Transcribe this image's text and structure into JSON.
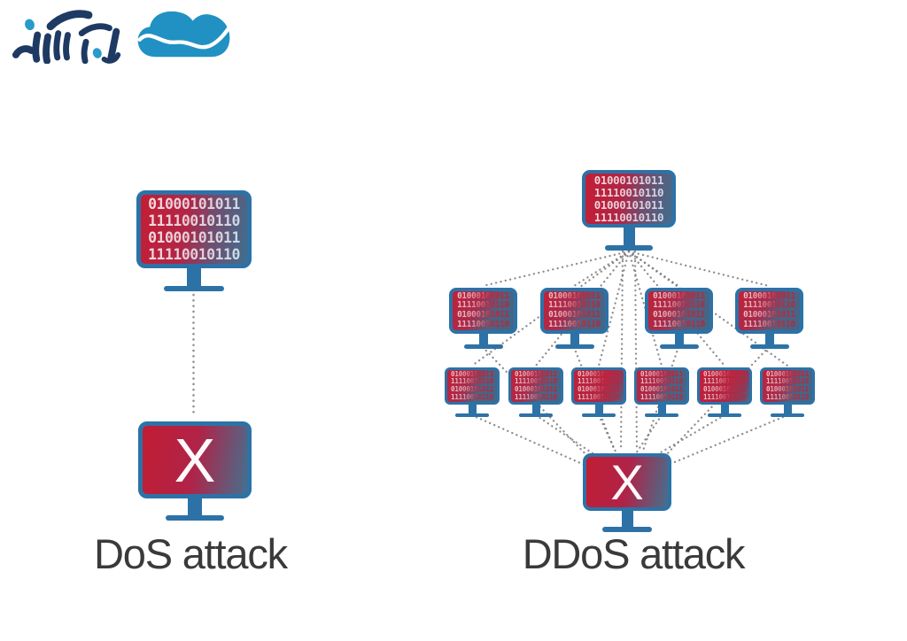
{
  "logo": {
    "brand_name": "ابرآراز",
    "calligraphy_color": "#1e3a63",
    "accent_color": "#2a9ac9",
    "cloud_color": "#2191c3"
  },
  "shared": {
    "binary_lines": [
      "01000101011",
      "11110010110",
      "01000101011",
      "11110010110"
    ],
    "victim_mark": "X"
  },
  "dos": {
    "label": "DoS attack",
    "attacker_count": 1,
    "victim_count": 1
  },
  "ddos": {
    "label": "DDoS attack",
    "attacker_count": 1,
    "middle_row_count": 4,
    "bottom_row_count": 6,
    "victim_count": 1
  },
  "colors": {
    "monitor_frame": "#2d72a7",
    "stand": "#2d72a7",
    "screen_red": "#c22137",
    "screen_blue": "#3f6f8e",
    "binary_light": "#f0dadd",
    "binary_red": "#c12a3f",
    "label_text": "#3a3a3a",
    "dotted_line": "#7a7a7a",
    "background": "#ffffff"
  }
}
